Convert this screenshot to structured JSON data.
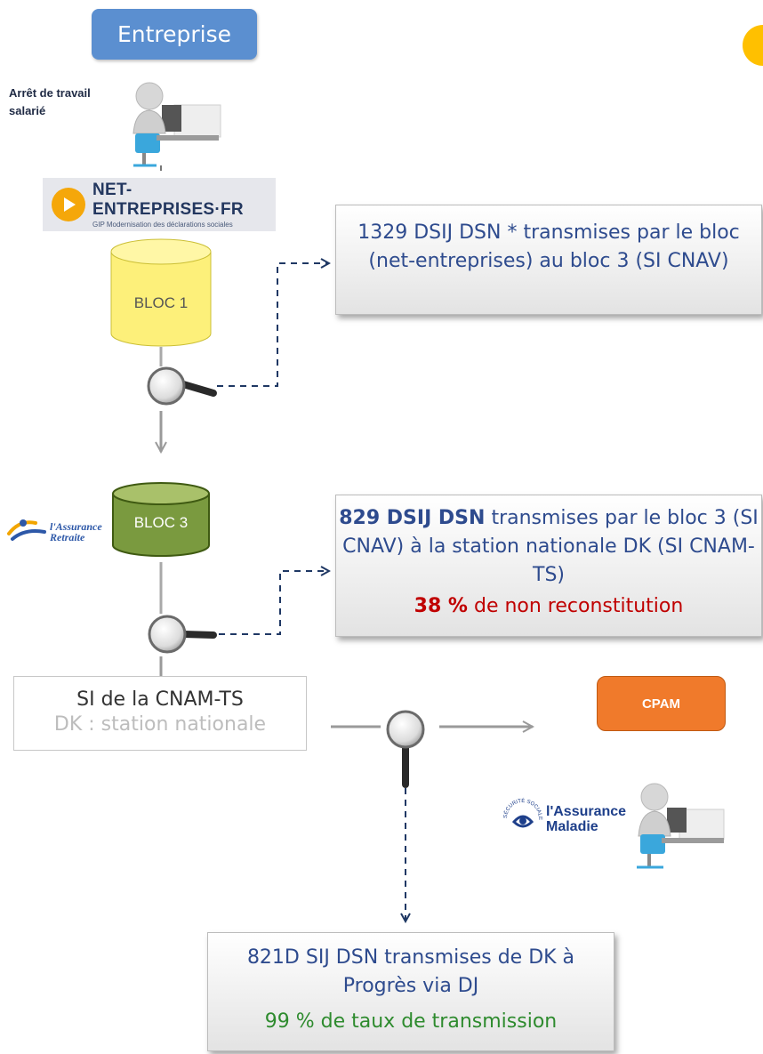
{
  "header": {
    "entreprise_label": "Entreprise"
  },
  "worker": {
    "label_line1": "Arrêt de travail",
    "label_line2": "salarié"
  },
  "net_entreprises": {
    "title": "NET-ENTREPRISES·FR",
    "subtitle": "GIP Modernisation des déclarations sociales"
  },
  "bloc1": {
    "label": "BLOC 1"
  },
  "bloc3": {
    "label": "BLOC 3"
  },
  "box1": {
    "text": "1329 DSIJ DSN * transmises par le bloc (net-entreprises)  au bloc 3 (SI CNAV)"
  },
  "box2": {
    "bold": "829 DSIJ DSN",
    "rest": " transmises par le bloc 3 (SI CNAV) à la station nationale DK (SI CNAM-TS)",
    "rate_value": "38 %",
    "rate_text": " de non reconstitution"
  },
  "si_box": {
    "line1": "SI de la CNAM-TS",
    "line2": "DK : station nationale"
  },
  "cpam": {
    "label": "CPAM"
  },
  "retraite_logo": {
    "line1": "l'Assurance",
    "line2": "Retraite"
  },
  "maladie_logo": {
    "line1": "l'Assurance",
    "line2": "Maladie",
    "ring": "SÉCURITÉ SOCIALE"
  },
  "box3": {
    "line1": "821D SIJ DSN transmises de DK à Progrès via DJ",
    "line2": "99 % de taux de transmission"
  },
  "colors": {
    "entreprise": "#5b8fd0",
    "bloc1_fill": "#fdf07a",
    "bloc3_fill": "#7a9a3f",
    "cpam": "#f07a2b",
    "box_text": "#2e4b8e",
    "alert_red": "#c00000",
    "ok_green": "#2e8b2e"
  }
}
